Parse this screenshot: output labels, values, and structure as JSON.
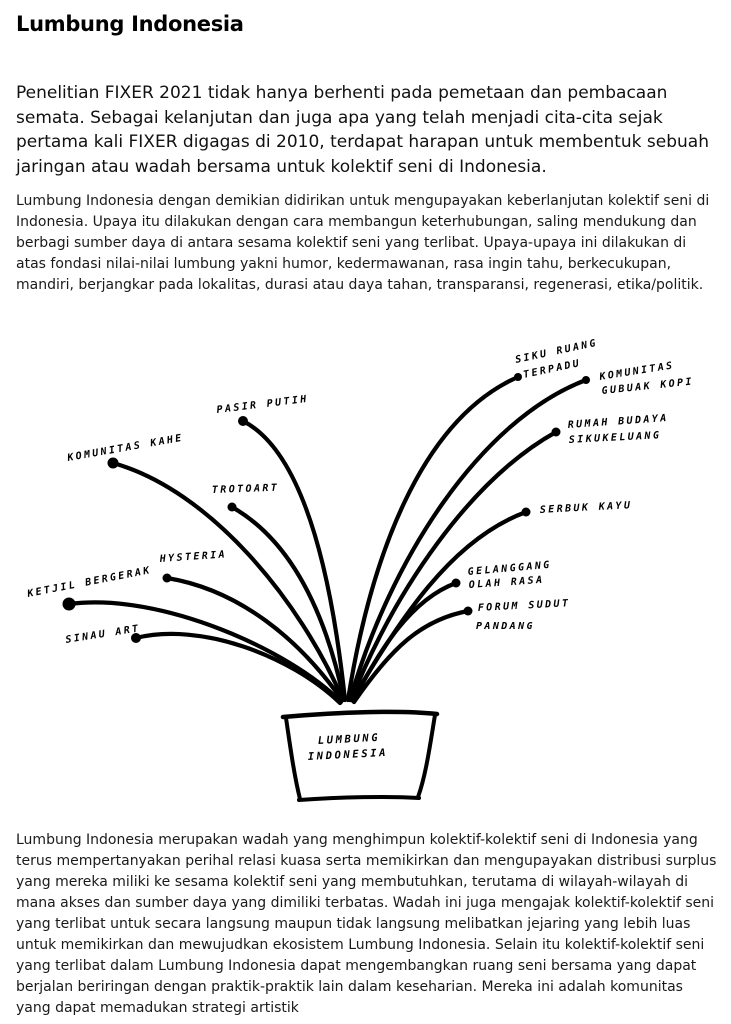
{
  "article": {
    "title": "Lumbung Indonesia",
    "lead": "Penelitian FIXER 2021 tidak hanya berhenti pada pemetaan dan pembacaan semata. Sebagai kelanjutan dan juga apa yang telah menjadi cita-cita sejak pertama kali FIXER digagas di 2010, terdapat harapan untuk membentuk sebuah jaringan atau wadah bersama untuk kolektif seni di Indonesia.",
    "paragraph_1": "Lumbung Indonesia dengan demikian didirikan untuk mengupayakan keberlanjutan kolektif seni di Indonesia. Upaya itu dilakukan dengan cara membangun keterhubungan, saling mendukung dan berbagi sumber daya di antara sesama kolektif seni yang terlibat. Upaya-upaya ini dilakukan di atas fondasi nilai-nilai lumbung yakni humor, kedermawanan, rasa ingin tahu, berkecukupan, mandiri, berjangkar pada lokalitas, durasi atau daya tahan, transparansi, regenerasi, etika/politik.",
    "paragraph_2": "Lumbung Indonesia merupakan wadah yang menghimpun kolektif-kolektif seni di Indonesia yang terus mempertanyakan perihal relasi kuasa serta memikirkan dan mengupayakan distribusi surplus yang mereka miliki ke sesama kolektif seni yang membutuhkan, terutama di wilayah-wilayah di mana akses dan sumber daya yang dimiliki terbatas. Wadah ini juga mengajak kolektif-kolektif seni yang terlibat untuk secara langsung maupun tidak langsung melibatkan jejaring yang lebih luas untuk memikirkan dan mewujudkan ekosistem Lumbung Indonesia. Selain itu kolektif-kolektif seni yang terlibat dalam Lumbung Indonesia dapat mengembangkan ruang seni bersama yang dapat berjalan beriringan dengan praktik-praktik lain dalam keseharian. Mereka ini adalah komunitas yang dapat memadukan strategi artistik"
  },
  "illustration": {
    "pot_label_line1": "LUMBUNG",
    "pot_label_line2": "INDONESIA",
    "ink_color": "#000000",
    "collectives": {
      "komunitas_kahe": "KOMUNITAS KAHE",
      "pasir_putih": "PASIR PUTIH",
      "trotoart": "TROTOART",
      "hysteria": "HYSTERIA",
      "ketjil_bergerak": "KETJIL BERGERAK",
      "sinau_art": "SINAU ART",
      "siku_ruang_1": "SIKU RUANG",
      "siku_ruang_2": "TERPADU",
      "gubuak_kopi_1": "KOMUNITAS",
      "gubuak_kopi_2": "GUBUAK KOPI",
      "rumah_budaya_1": "RUMAH BUDAYA",
      "rumah_budaya_2": "SIKUKELUANG",
      "serbuk_kayu": "SERBUK KAYU",
      "gelanggang_1": "GELANGGANG",
      "gelanggang_2": "OLAH RASA",
      "forum_1": "FORUM SUDUT",
      "forum_2": "PANDANG"
    }
  }
}
